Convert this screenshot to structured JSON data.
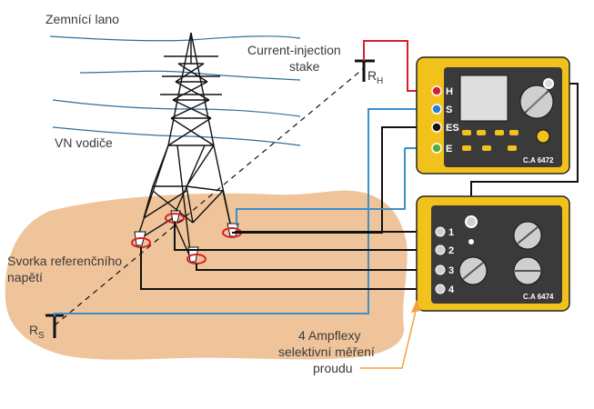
{
  "labels": {
    "ground_wire": "Zemnící lano",
    "injection_stake": "Current-injection",
    "injection_stake_2": "stake",
    "hv_conductors": "VN vodiče",
    "ref_clamp_1": "Svorka referenčního",
    "ref_clamp_2": "napětí",
    "ampflex_1": "4 Ampflexy",
    "ampflex_2": "selektivní měření",
    "ampflex_3": "proudu"
  },
  "stakes": {
    "rh": {
      "main": "R",
      "sub": "H"
    },
    "rs": {
      "main": "R",
      "sub": "S"
    }
  },
  "instrument_top": {
    "model": "C.A 6472",
    "terminals": [
      "H",
      "S",
      "ES",
      "E"
    ],
    "terminal_colors": [
      "#d8202a",
      "#2a7fd4",
      "#111111",
      "#5aaa3a"
    ]
  },
  "instrument_bottom": {
    "model": "C.A 6474",
    "terminals": [
      "1",
      "2",
      "3",
      "4"
    ]
  },
  "colors": {
    "ground": "#f0c49a",
    "instrument_body": "#f2c21c",
    "panel": "#3a3a3a",
    "wire_red": "#d8202a",
    "wire_blue": "#3d8fc7",
    "wire_black": "#111111",
    "arrow_orange": "#f2a23a",
    "clamp_red": "#d8202a"
  }
}
